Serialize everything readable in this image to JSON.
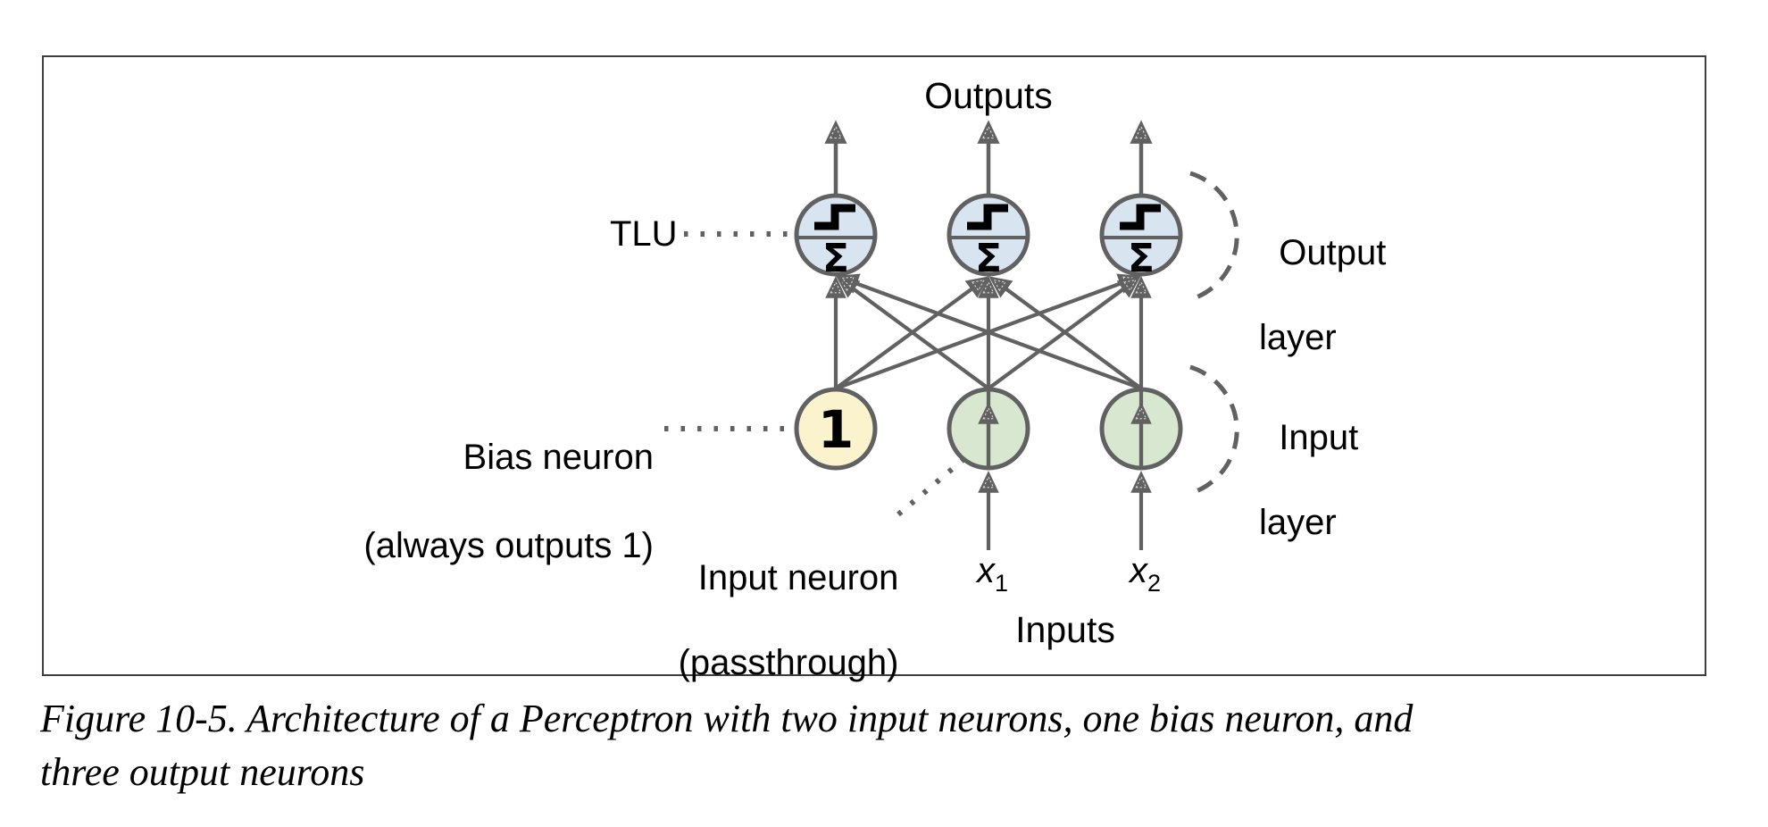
{
  "figure": {
    "caption": {
      "line1": "Figure 10-5. Architecture of a Perceptron with two input neurons, one bias neuron, and",
      "line2": "three output neurons"
    }
  },
  "labels": {
    "outputs": "Outputs",
    "inputs": "Inputs",
    "tlu": "TLU",
    "output_layer": {
      "line1": "Output",
      "line2": "layer"
    },
    "input_layer": {
      "line1": "Input",
      "line2": "layer"
    },
    "bias_neuron": {
      "line1": "Bias neuron",
      "line2": "(always outputs 1)"
    },
    "input_neuron": {
      "line1": "Input neuron",
      "line2": "(passthrough)"
    },
    "x1": {
      "base": "x",
      "sub": "1"
    },
    "x2": {
      "base": "x",
      "sub": "2"
    }
  },
  "neurons": {
    "bias_value": "1",
    "sum_symbol": "Σ",
    "step_icon": "step-function-icon"
  },
  "colors": {
    "tlu_fill": "#d9e4f1",
    "input_fill": "#d7e7d0",
    "bias_fill": "#fbf2ce",
    "stroke_gray": "#616161",
    "box_border": "#3e3e3e",
    "text": "#000000"
  }
}
